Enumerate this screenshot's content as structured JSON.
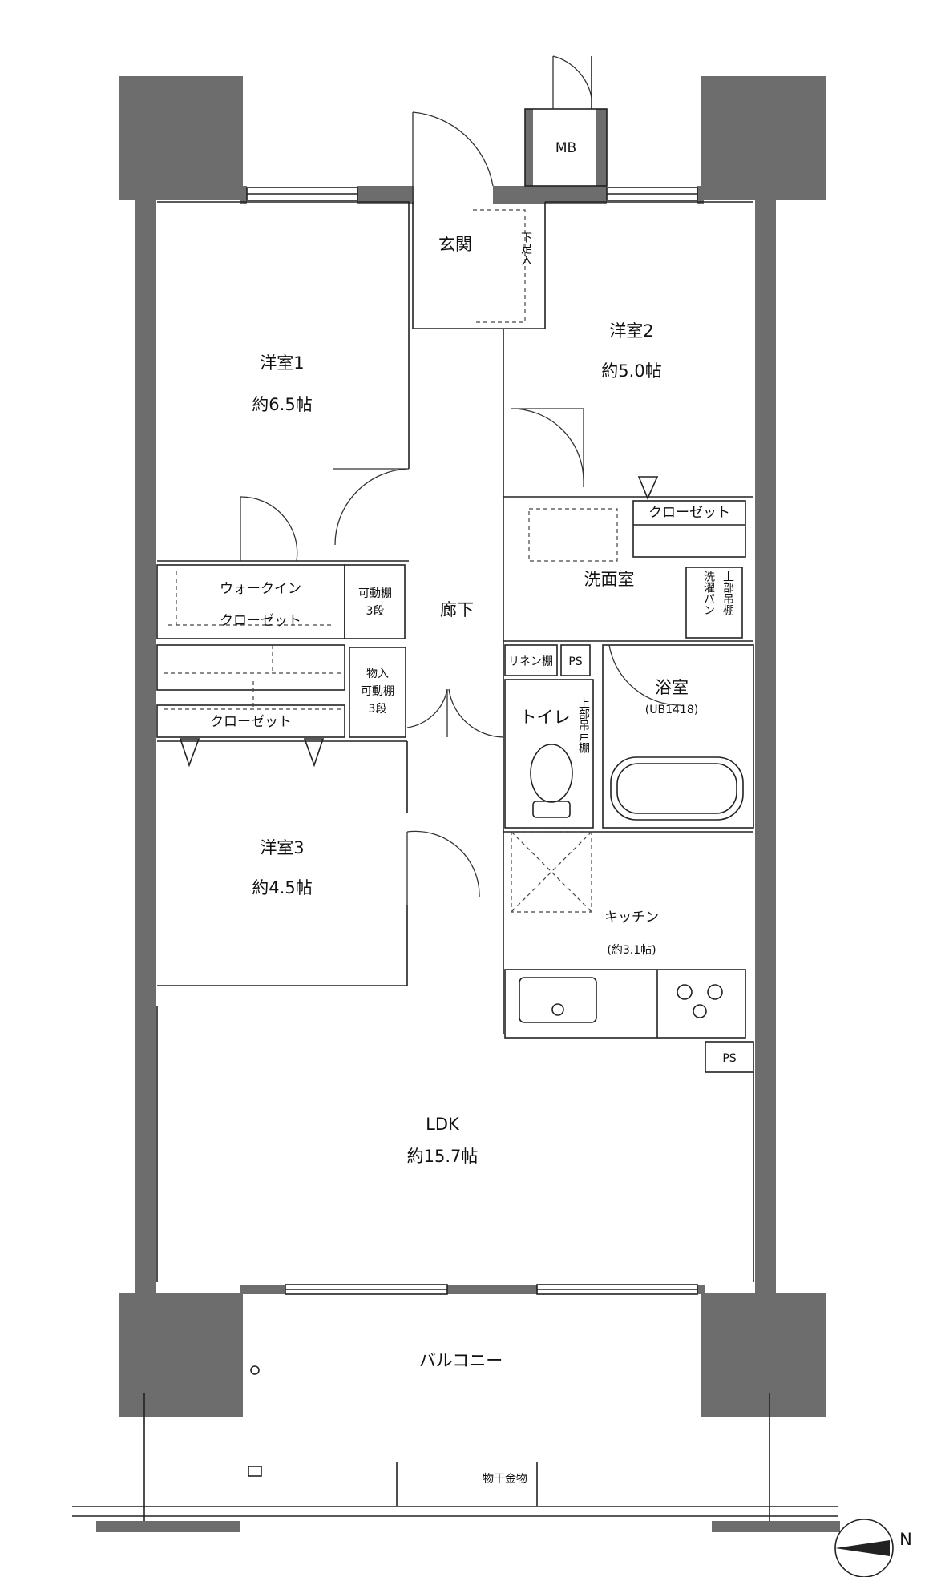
{
  "rooms": {
    "western_room_1": {
      "name": "洋室1",
      "size": "約6.5帖"
    },
    "western_room_2": {
      "name": "洋室2",
      "size": "約5.0帖"
    },
    "western_room_3": {
      "name": "洋室3",
      "size": "約4.5帖"
    },
    "ldk": {
      "name": "LDK",
      "size": "約15.7帖"
    },
    "entrance": "玄関",
    "shoe_storage": "下足入",
    "hallway": "廊下",
    "walk_in_closet": {
      "line1": "ウォークイン",
      "line2": "クローゼット"
    },
    "movable_shelf": {
      "line1": "可動棚",
      "line2": "3段"
    },
    "storage": {
      "line1": "物入",
      "line2": "可動棚",
      "line3": "3段"
    },
    "closet_room3": "クローゼット",
    "closet_room2": "クローゼット",
    "washroom": "洗面室",
    "upper_cabinet_wash": "上部吊棚",
    "washing_pan": "洗濯パン",
    "linen_shelf": "リネン棚",
    "ps_1": "PS",
    "ps_2": "PS",
    "bathroom": {
      "name": "浴室",
      "spec": "(UB1418)"
    },
    "toilet": "トイレ",
    "upper_cabinet_toilet": "上部吊戸棚",
    "kitchen": {
      "name": "キッチン",
      "size": "(約3.1帖)"
    },
    "mb": "MB",
    "balcony": "バルコニー",
    "laundry_hanger": "物干金物"
  },
  "compass": "N",
  "colors": {
    "wall": "#6d6d6d",
    "line": "#222222",
    "background": "#ffffff"
  }
}
